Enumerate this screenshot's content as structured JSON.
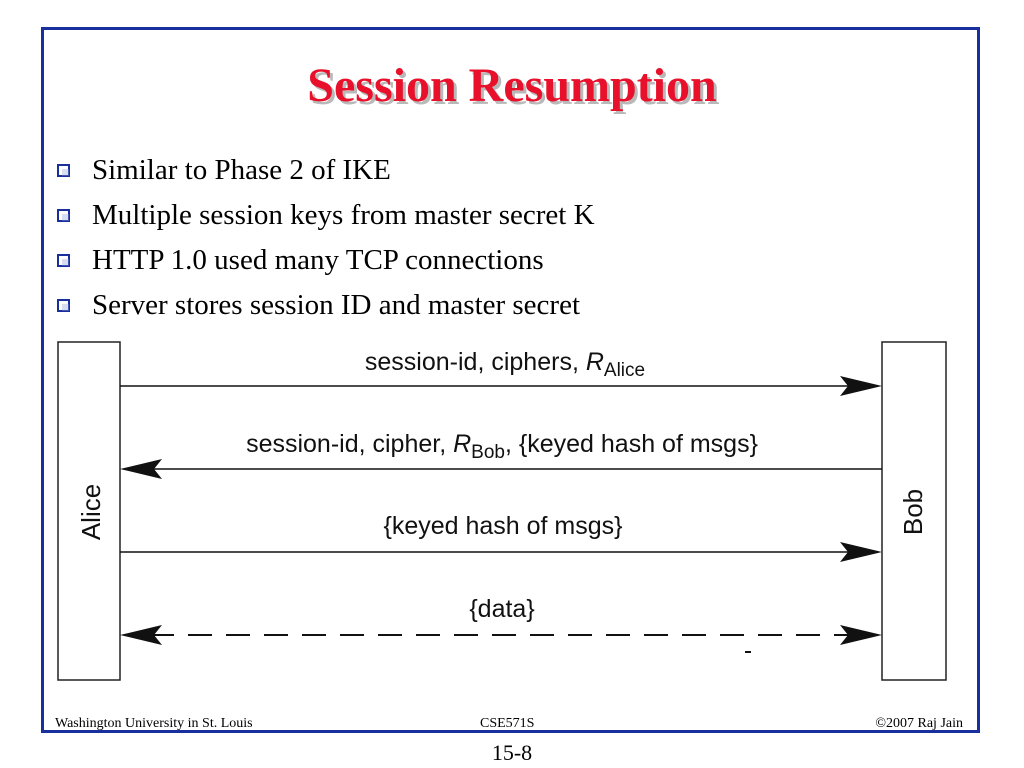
{
  "slide": {
    "title": "Session Resumption",
    "bullets": [
      "Similar to Phase 2 of IKE",
      "Multiple session keys from master secret K",
      "HTTP 1.0 used many TCP connections",
      "Server stores session ID and master secret"
    ]
  },
  "diagram": {
    "left_party": "Alice",
    "right_party": "Bob",
    "messages": [
      {
        "prefix": "session-id, ciphers, ",
        "var": "R",
        "sub": "Alice",
        "suffix": ""
      },
      {
        "prefix": "session-id, cipher, ",
        "var": "R",
        "sub": "Bob",
        "suffix": ", {keyed hash of msgs}"
      },
      {
        "prefix": "{keyed hash of msgs}",
        "var": "",
        "sub": "",
        "suffix": ""
      },
      {
        "prefix": "{data}",
        "var": "",
        "sub": "",
        "suffix": ""
      }
    ]
  },
  "footer": {
    "left": "Washington University in St. Louis",
    "center": "CSE571S",
    "right": "©2007 Raj Jain"
  },
  "page_number": "15-8",
  "colors": {
    "border": "#1a2f9e",
    "title": "#e8102a"
  }
}
